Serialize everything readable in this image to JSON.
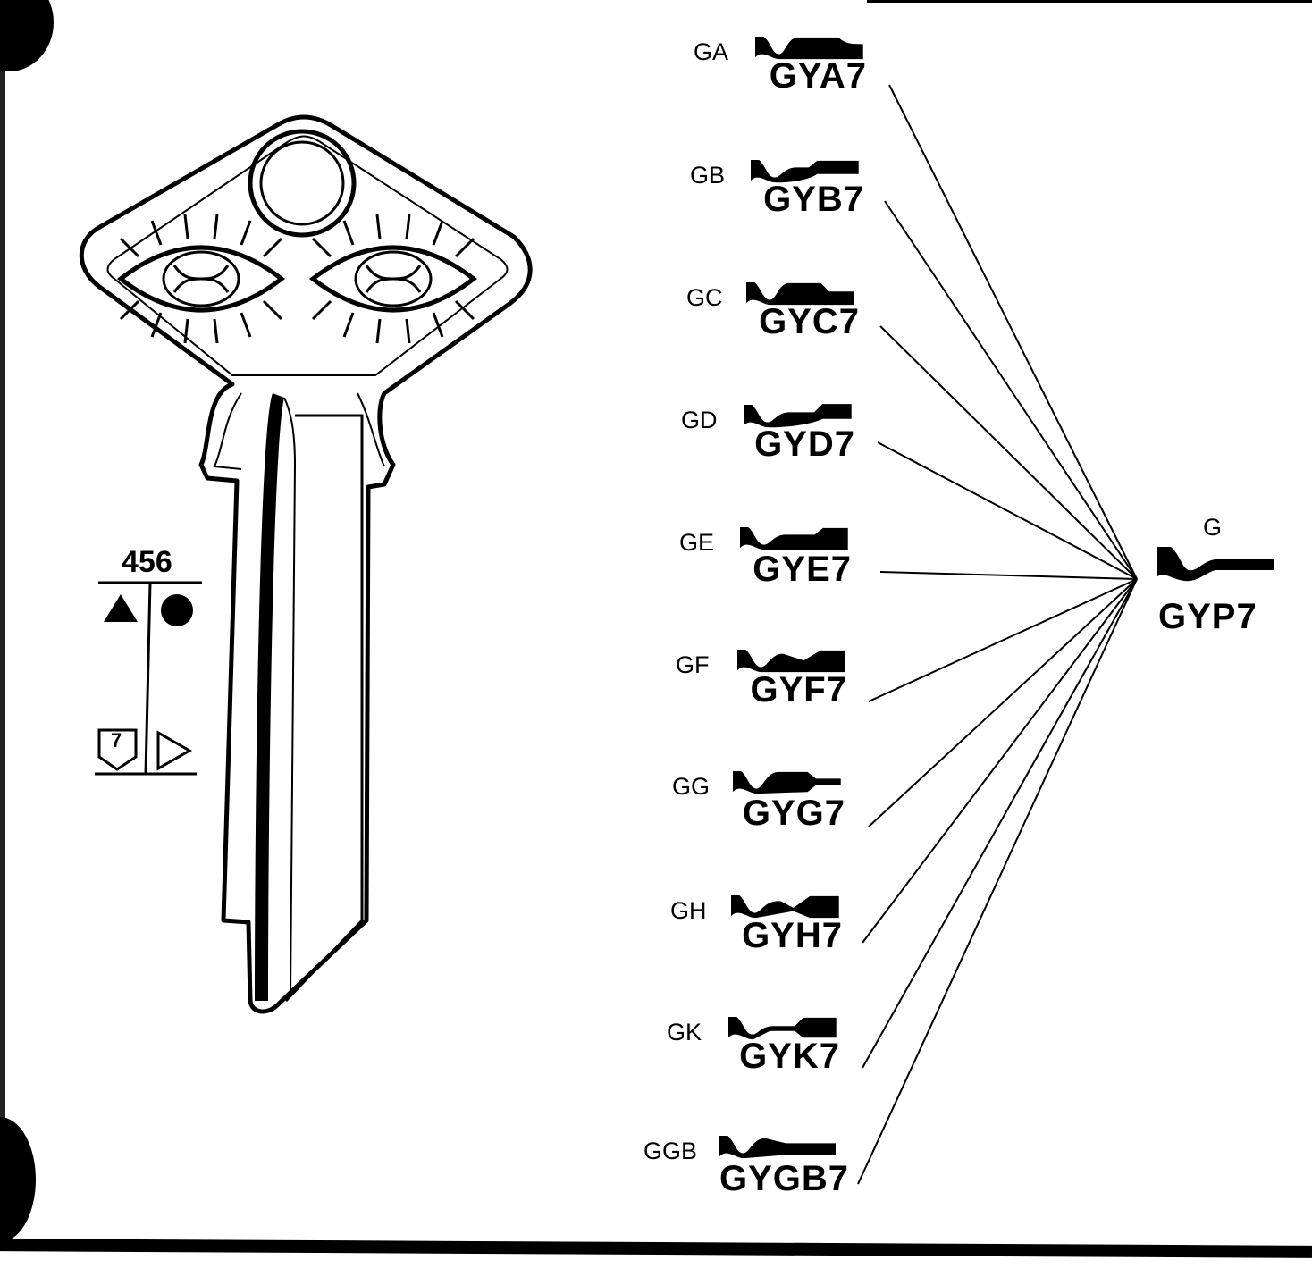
{
  "key": {
    "catalog_number": "456",
    "symbols": [
      "triangle-filled",
      "circle-filled",
      "shield-7",
      "triangle-outline"
    ],
    "shield_number": "7"
  },
  "variants": [
    {
      "profile": "GA",
      "code": "GYA7"
    },
    {
      "profile": "GB",
      "code": "GYB7"
    },
    {
      "profile": "GC",
      "code": "GYC7"
    },
    {
      "profile": "GD",
      "code": "GYD7"
    },
    {
      "profile": "GE",
      "code": "GYE7"
    },
    {
      "profile": "GF",
      "code": "GYF7"
    },
    {
      "profile": "GG",
      "code": "GYG7"
    },
    {
      "profile": "GH",
      "code": "GYH7"
    },
    {
      "profile": "GK",
      "code": "GYK7"
    },
    {
      "profile": "GGB",
      "code": "GYGB7"
    }
  ],
  "master": {
    "profile": "G",
    "code": "GYP7"
  }
}
